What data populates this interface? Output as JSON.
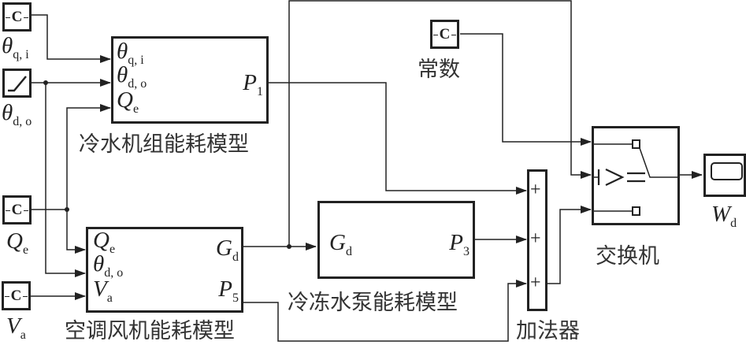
{
  "constants": {
    "theta_qi": {
      "glyph": "C",
      "label_main": "θ",
      "label_sub": "q, i"
    },
    "theta_do": {
      "glyph": "ramp-icon",
      "label_main": "θ",
      "label_sub": "d, o"
    },
    "Qe": {
      "glyph": "C",
      "label_main": "Q",
      "label_sub": "e"
    },
    "Va": {
      "glyph": "C",
      "label_main": "V",
      "label_sub": "a"
    },
    "const": {
      "glyph": "C",
      "label": "常数"
    }
  },
  "chiller_block": {
    "title": "冷水机组能耗模型",
    "inputs": [
      {
        "main": "θ",
        "sub": "q, i"
      },
      {
        "main": "θ",
        "sub": "d, o"
      },
      {
        "main": "Q",
        "sub": "e"
      }
    ],
    "outputs": [
      {
        "main": "P",
        "sub": "1"
      }
    ]
  },
  "fan_block": {
    "title": "空调风机能耗模型",
    "inputs": [
      {
        "main": "Q",
        "sub": "e"
      },
      {
        "main": "θ",
        "sub": "d, o"
      },
      {
        "main": "V",
        "sub": "a"
      }
    ],
    "outputs": [
      {
        "main": "G",
        "sub": "d"
      },
      {
        "main": "P",
        "sub": "5"
      }
    ]
  },
  "pump_block": {
    "title": "冷冻水泵能耗模型",
    "inputs": [
      {
        "main": "G",
        "sub": "d"
      }
    ],
    "outputs": [
      {
        "main": "P",
        "sub": "3"
      }
    ]
  },
  "adder": {
    "title": "加法器",
    "signs": [
      "+",
      "+",
      "+"
    ]
  },
  "switch": {
    "title": "交换机",
    "criterion": "|>="
  },
  "scope": {
    "label_main": "W",
    "label_sub": "d"
  }
}
